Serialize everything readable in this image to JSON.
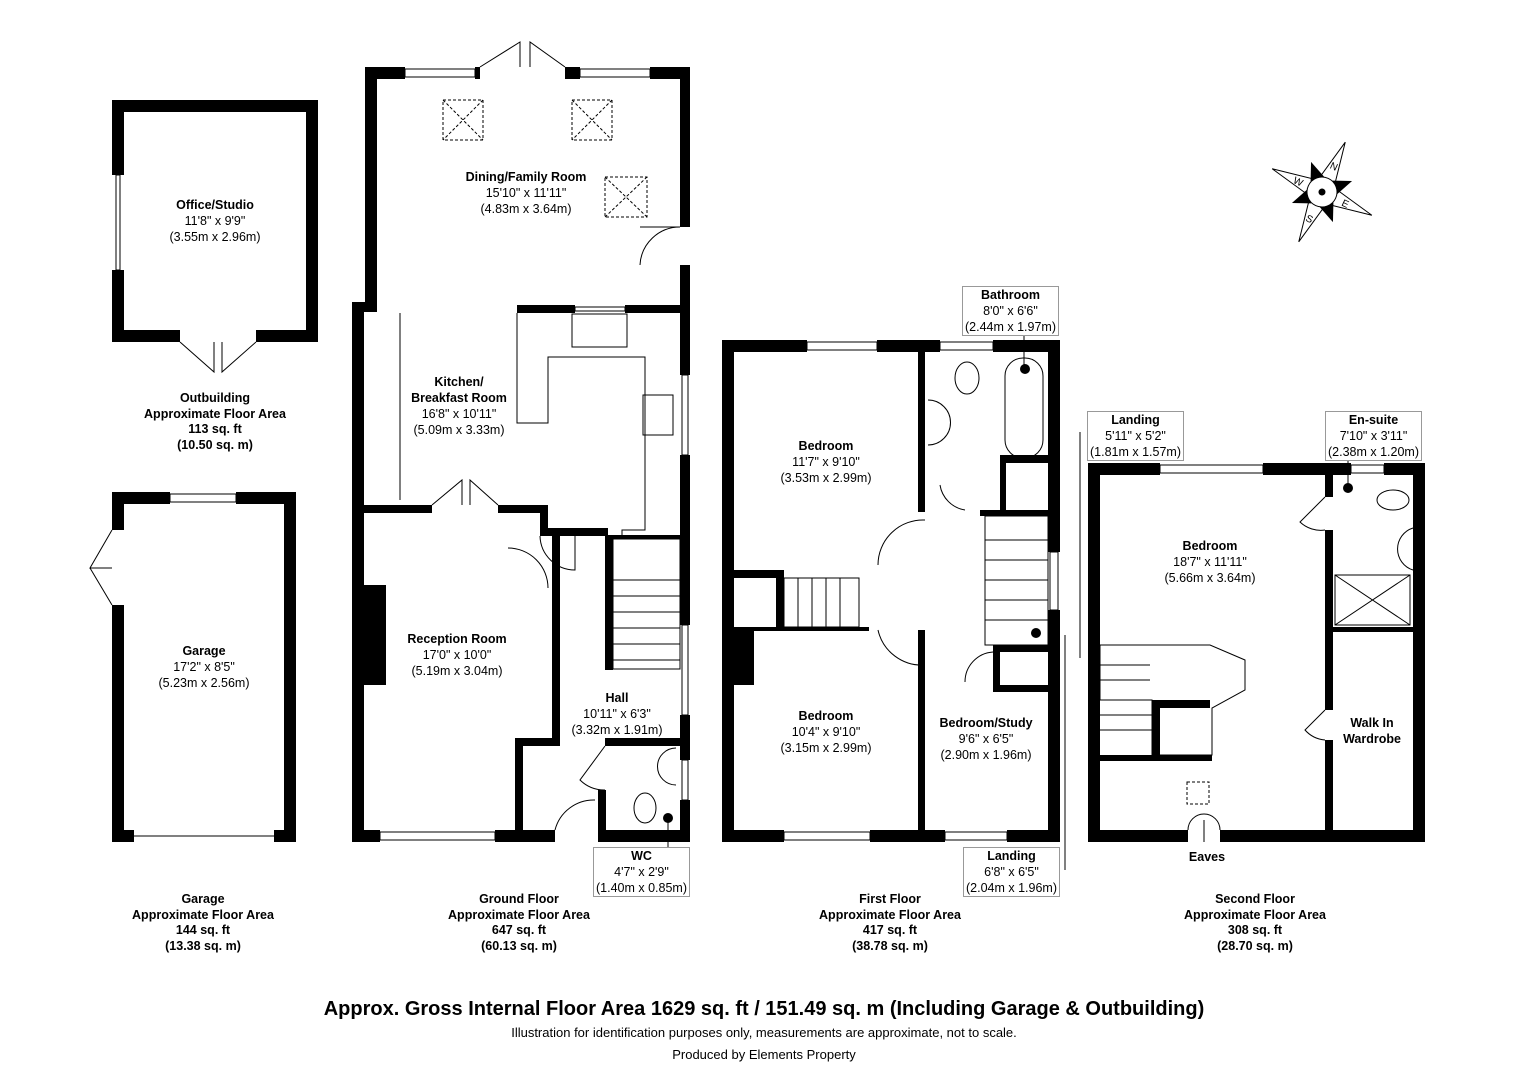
{
  "compass": {
    "n": "N",
    "e": "E",
    "s": "S",
    "w": "W"
  },
  "outbuilding": {
    "rooms": [
      {
        "name": "Office/Studio",
        "imperial": "11'8\" x 9'9\"",
        "metric": "(3.55m x 2.96m)"
      }
    ],
    "area": {
      "title": "Outbuilding",
      "label": "Approximate Floor Area",
      "sqft": "113 sq. ft",
      "sqm": "(10.50 sq. m)"
    }
  },
  "garage": {
    "rooms": [
      {
        "name": "Garage",
        "imperial": "17'2\" x 8'5\"",
        "metric": "(5.23m x 2.56m)"
      }
    ],
    "area": {
      "title": "Garage",
      "label": "Approximate Floor Area",
      "sqft": "144 sq. ft",
      "sqm": "(13.38 sq. m)"
    }
  },
  "ground_floor": {
    "rooms": [
      {
        "name": "Dining/Family Room",
        "imperial": "15'10\" x 11'11\"",
        "metric": "(4.83m x 3.64m)"
      },
      {
        "name": "Kitchen/",
        "name2": "Breakfast Room",
        "imperial": "16'8\" x 10'11\"",
        "metric": "(5.09m x 3.33m)"
      },
      {
        "name": "Reception Room",
        "imperial": "17'0\" x 10'0\"",
        "metric": "(5.19m x 3.04m)"
      },
      {
        "name": "Hall",
        "imperial": "10'11\" x 6'3\"",
        "metric": "(3.32m x 1.91m)"
      },
      {
        "name": "WC",
        "imperial": "4'7\" x 2'9\"",
        "metric": "(1.40m x 0.85m)"
      }
    ],
    "area": {
      "title": "Ground Floor",
      "label": "Approximate Floor Area",
      "sqft": "647 sq. ft",
      "sqm": "(60.13 sq. m)"
    }
  },
  "first_floor": {
    "rooms": [
      {
        "name": "Bathroom",
        "imperial": "8'0\" x 6'6\"",
        "metric": "(2.44m x 1.97m)"
      },
      {
        "name": "Bedroom",
        "imperial": "11'7\" x 9'10\"",
        "metric": "(3.53m x 2.99m)"
      },
      {
        "name": "Bedroom",
        "imperial": "10'4\" x 9'10\"",
        "metric": "(3.15m x 2.99m)"
      },
      {
        "name": "Bedroom/Study",
        "imperial": "9'6\" x 6'5\"",
        "metric": "(2.90m x 1.96m)"
      },
      {
        "name": "Landing",
        "imperial": "6'8\" x 6'5\"",
        "metric": "(2.04m x 1.96m)"
      }
    ],
    "area": {
      "title": "First Floor",
      "label": "Approximate Floor Area",
      "sqft": "417 sq. ft",
      "sqm": "(38.78 sq. m)"
    }
  },
  "second_floor": {
    "rooms": [
      {
        "name": "Landing",
        "imperial": "5'11\" x 5'2\"",
        "metric": "(1.81m x 1.57m)"
      },
      {
        "name": "En-suite",
        "imperial": "7'10\" x 3'11\"",
        "metric": "(2.38m x 1.20m)"
      },
      {
        "name": "Bedroom",
        "imperial": "18'7\" x 11'11\"",
        "metric": "(5.66m x 3.64m)"
      },
      {
        "name": "Walk In",
        "name2": "Wardrobe"
      },
      {
        "name": "Eaves"
      }
    ],
    "area": {
      "title": "Second Floor",
      "label": "Approximate Floor Area",
      "sqft": "308 sq. ft",
      "sqm": "(28.70 sq. m)"
    }
  },
  "footer": {
    "total": "Approx. Gross Internal Floor Area 1629 sq. ft / 151.49 sq. m (Including Garage & Outbuilding)",
    "disclaimer": "Illustration for identification purposes only, measurements are approximate, not to scale.",
    "producer": "Produced by Elements Property"
  }
}
